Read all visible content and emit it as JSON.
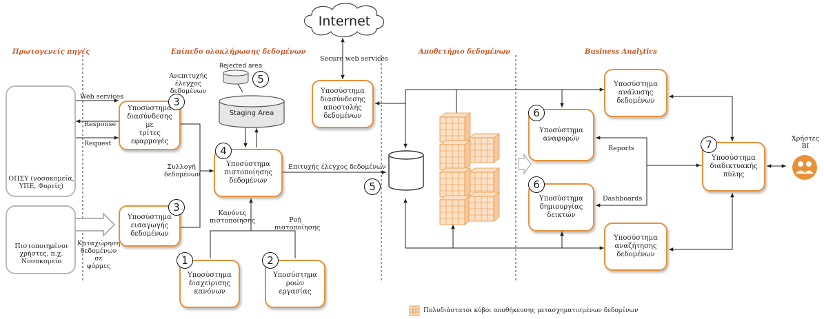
{
  "sections": {
    "sources": "Πρωτογενείς πηγές",
    "integration": "Επίπεδο ολοκλήρωσης δεδομένων",
    "warehouse": "Αποθετήριο δεδομένων",
    "analytics": "Business Analytics"
  },
  "cloud": "Internet",
  "sources": {
    "db_caption": "ΟΠΣΥ (νοσοκομεία,\nΥΠΕ, Φορείς)",
    "users_caption": "Πιστοποιημένοι\nχρήστες, π.χ.\nΝοσοκομείο"
  },
  "boxes": {
    "third_party": "Υποσύστημα\nδιασύνδεσης με\nτρίτες\nεφαρμογές",
    "import": "Υποσύστημα\nεισαγωγής\nδεδομένων",
    "certification": "Υποσύστημα\nπιστοποίησης\nδεδομένων",
    "rules": "Υποσύστημα\nδιαχείρισης\nκανόνων",
    "workflows": "Υποσύστημα\nροών εργασίας",
    "send": "Υποσύστημα\nδιασύνδεσης\nαποστολής\nδεδομένων",
    "analysis": "Υποσύστημα\nανάλυσης\nδεδομένων",
    "reports": "Υποσύστημα\nαναφορών",
    "indicators": "Υποσύστημα\nδημιουργίας\nδεικτών",
    "search": "Υποσύστημα\nαναζήτησης\nδεδομένων",
    "portal": "Υποσύστημα\nδιαδικτυακής\nπύλης"
  },
  "staging": {
    "label": "Staging Area",
    "rejected": "Rejected area"
  },
  "labels": {
    "web_services": "Web services",
    "response": "Response",
    "request": "Request",
    "collect": "Συλλογή\nδεδομένων",
    "manual_entry": "Καταχώρηση\nδεδομένων σε\nφόρμες",
    "failed_check": "Ανεπιτυχής έλεγχος\nδεδομένων",
    "success_check": "Επιτυχής έλεγχος δεδομένων",
    "cert_rules": "Κανόνες\nπιστοποίησης",
    "cert_flow": "Ροή\nπιστοποίησης",
    "secure_ws": "Secure web services",
    "reports": "Reports",
    "dashboards": "Dashboards",
    "bi_users": "Χρήστες BI",
    "legend": "Πολυδιάστατοι κύβοι αποθήκευσης μετασχηματισμένων δεδομένων"
  },
  "numbers": {
    "n_third_party": "3",
    "n_import": "3",
    "n_rejected": "5",
    "n_certification": "4",
    "n_rules": "1",
    "n_workflows": "2",
    "n_warehouse": "5",
    "n_reports": "6",
    "n_indicators": "6",
    "n_portal": "7"
  }
}
